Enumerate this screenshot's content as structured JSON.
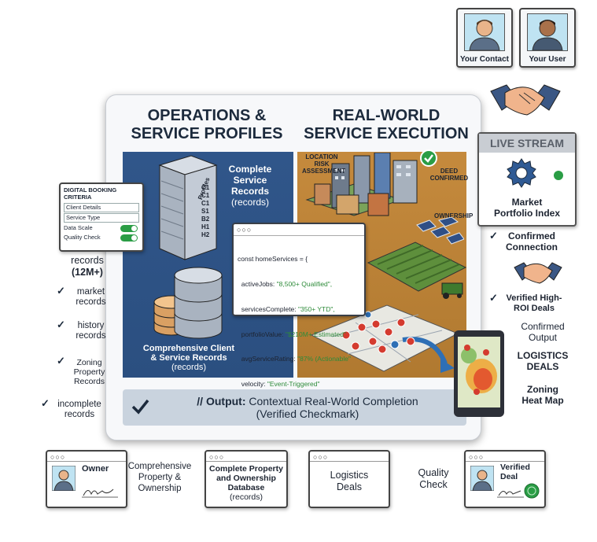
{
  "top_cards": [
    {
      "label": "Your Contact"
    },
    {
      "label": "Your User"
    }
  ],
  "left_header": {
    "line1": "OPERATIONS &",
    "line2": "SERVICE PROFILES"
  },
  "right_header": {
    "line1": "REAL-WORLD",
    "line2": "SERVICE EXECUTION"
  },
  "left_panel": {
    "records_title_1": "Complete",
    "records_title_2": "Service",
    "records_title_3": "Records",
    "records_sub": "(records)",
    "server_labels": [
      "Profiles",
      "C1",
      "C1",
      "C1",
      "S1",
      "B2",
      "H1",
      "H2"
    ],
    "db_line1": "Comprehensive Client",
    "db_line2": "& Service Records",
    "db_line3": "(records)"
  },
  "right_panel": {
    "location_1": "LOCATION",
    "location_2": "RISK",
    "location_3": "ASSESSMENT",
    "deed_1": "DEED",
    "deed_2": "CONFIRMED",
    "ownership": "OWNERSHIP"
  },
  "code": {
    "line1": "const homeServices = {",
    "k1": "activeJobs: ",
    "v1": "\"8,500+ Qualified\",",
    "k2": "servicesComplete: ",
    "v2": "\"350+ YTD\",",
    "k3": "portfolioValue: ",
    "v3": "\"$210M+ Estimated\"",
    "k4": "avgServiceRating: ",
    "v4": "\"87% (Actionable\"",
    "k5": "velocity: ",
    "v5": "\"Event-Triggered\"",
    "end": "};"
  },
  "output": {
    "prefix": "// Output:",
    "text": " Contextual Real-World Completion",
    "text2": "(Verified Checkmark)"
  },
  "booking": {
    "title": "DIGITAL BOOKING CRITERIA",
    "fields": [
      "Client Details",
      "Service Type"
    ],
    "toggles": [
      "Data Scale",
      "Quality Check"
    ]
  },
  "left_column": {
    "records": "records",
    "count": "(12M+)",
    "market_1": "market",
    "market_2": "records",
    "history_1": "history",
    "history_2": "records",
    "zoning_1": "Zoning",
    "zoning_2": "Property",
    "zoning_3": "Records",
    "incomplete_1": "incomplete",
    "incomplete_2": "records"
  },
  "live": {
    "title": "LIVE STREAM",
    "line1": "Market",
    "line2": "Portfolio Index"
  },
  "right_column": {
    "confirmed_1": "Confirmed",
    "confirmed_2": "Connection",
    "verified_1": "Verified High-",
    "verified_2": "ROI Deals",
    "output_1": "Confirmed",
    "output_2": "Output",
    "logistics_1": "LOGISTICS",
    "logistics_2": "DEALS",
    "zoning_1": "Zoning",
    "zoning_2": "Heat Map"
  },
  "bottom": {
    "owner": "Owner",
    "comp_1": "Comprehensive",
    "comp_2": "Property &",
    "comp_3": "Ownership",
    "db_1": "Complete Property",
    "db_2": "and Ownership",
    "db_3": "Database",
    "db_4": "(records)",
    "logistics_1": "Logistics",
    "logistics_2": "Deals",
    "quality_1": "Quality",
    "quality_2": "Check",
    "verified_1": "Verified",
    "verified_2": "Deal"
  },
  "colors": {
    "navy": "#2b4f80",
    "orange": "#b07930",
    "green": "#2a9d45",
    "panel": "#f7f8fa"
  }
}
